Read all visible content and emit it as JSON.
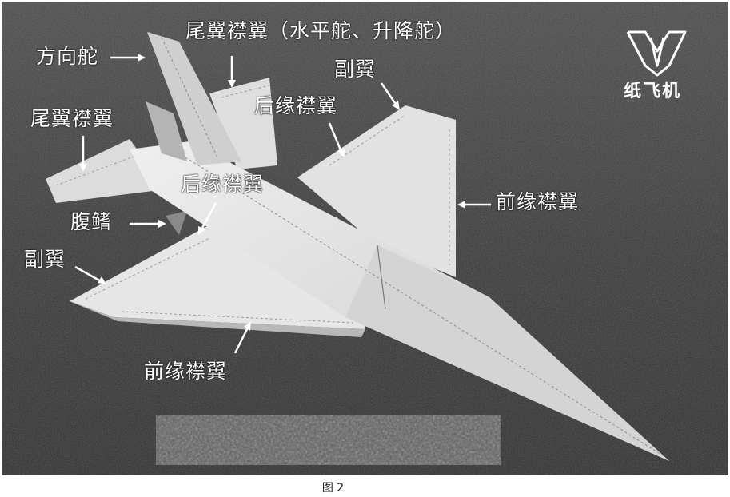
{
  "labels": {
    "rudder": "方向舵",
    "tail_flap": "尾翼襟翼（水平舵、升降舵）",
    "aileron_right": "副翼",
    "trailing_edge_flap_right": "后缘襟翼",
    "tail_flap_left": "尾翼襟翼",
    "trailing_edge_flap_center": "后缘襟翼",
    "leading_edge_flap_right": "前缘襟翼",
    "ventral_fin": "腹鳍",
    "aileron_left": "副翼",
    "leading_edge_flap_bottom": "前缘襟翼"
  },
  "logo": {
    "text": "纸飞机"
  },
  "caption": "图 2",
  "colors": {
    "background_dark": "#3a3a3a",
    "paper": "#e4e4e4",
    "label_text": "#ffffff"
  }
}
